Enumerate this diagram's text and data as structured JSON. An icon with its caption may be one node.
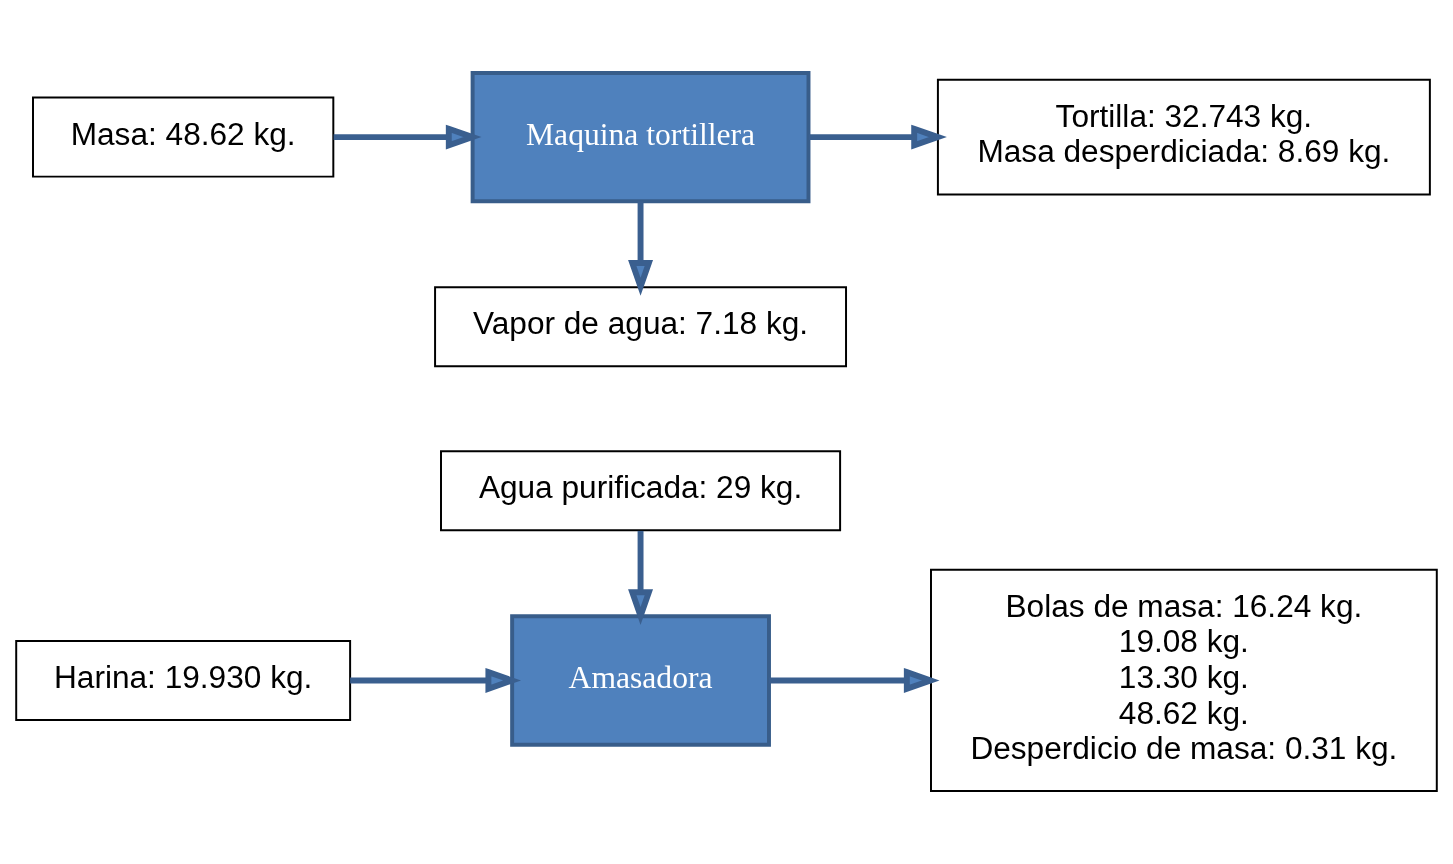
{
  "diagram": {
    "nodes": [
      {
        "text": [
          "Agua purificada: 29 kg."
        ]
      },
      {
        "text": [
          "Harina: 19.930 kg."
        ]
      },
      {
        "text": [
          "Amasadora"
        ]
      },
      {
        "text": [
          "Bolas de masa: 16.24 kg.",
          "19.08 kg.",
          "13.30 kg.",
          "48.62 kg.",
          "Desperdicio de masa: 0.31 kg."
        ]
      },
      {
        "text": [
          "Vapor de agua: 7.18 kg."
        ]
      },
      {
        "text": [
          "Masa: 48.62 kg."
        ]
      },
      {
        "text": [
          "Maquina tortillera"
        ]
      },
      {
        "text": [
          "Tortilla: 32.743 kg.",
          "Masa desperdiciada: 8.69 kg."
        ]
      }
    ],
    "edges": [
      {
        "from": 0,
        "to": 2,
        "arrow": "to"
      },
      {
        "from": 1,
        "to": 2,
        "arrow": "to"
      },
      {
        "from": 2,
        "to": 3,
        "arrow": "to"
      },
      {
        "from": 6,
        "to": 4,
        "arrow": "to"
      },
      {
        "from": 5,
        "to": 6,
        "arrow": "to"
      },
      {
        "from": 6,
        "to": 7,
        "arrow": "to"
      }
    ]
  }
}
